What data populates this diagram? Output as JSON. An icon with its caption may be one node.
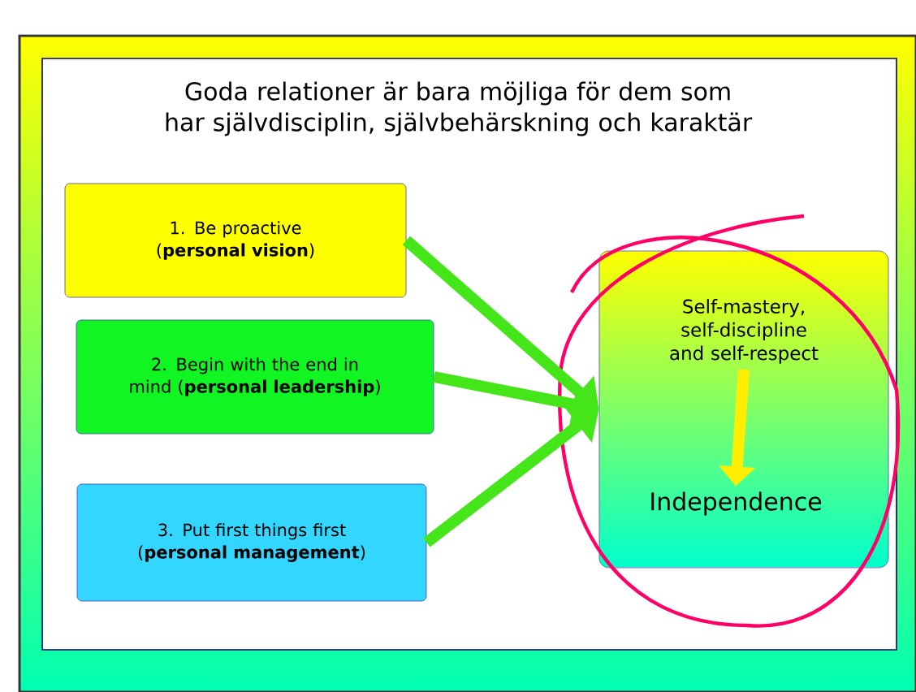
{
  "diagram": {
    "title": "Goda relationer är bara möjliga för dem som har självdisciplin, självbehärskning och karaktär",
    "nodes": [
      {
        "text": [
          "1. Be proactive (**personal vision**)"
        ]
      },
      {
        "text": [
          "2. Begin with the end in mind (**personal leadership**)"
        ]
      },
      {
        "text": [
          "3. Put first things first (**personal management**)"
        ]
      },
      {
        "text": [],
        "shape": "box"
      },
      {
        "text": [
          "Self-mastery, self-discipline and self-respect"
        ],
        "in": 3
      },
      {
        "text": [
          "Independence"
        ],
        "in": 3
      }
    ],
    "edges": [
      {
        "from": 0,
        "to": 3,
        "arrow": "to"
      },
      {
        "from": 1,
        "to": 3,
        "arrow": "to"
      },
      {
        "from": 2,
        "to": 3,
        "arrow": "to"
      },
      {
        "from": 4,
        "to": 5,
        "arrow": "to",
        "color": "#ffee00"
      }
    ]
  }
}
